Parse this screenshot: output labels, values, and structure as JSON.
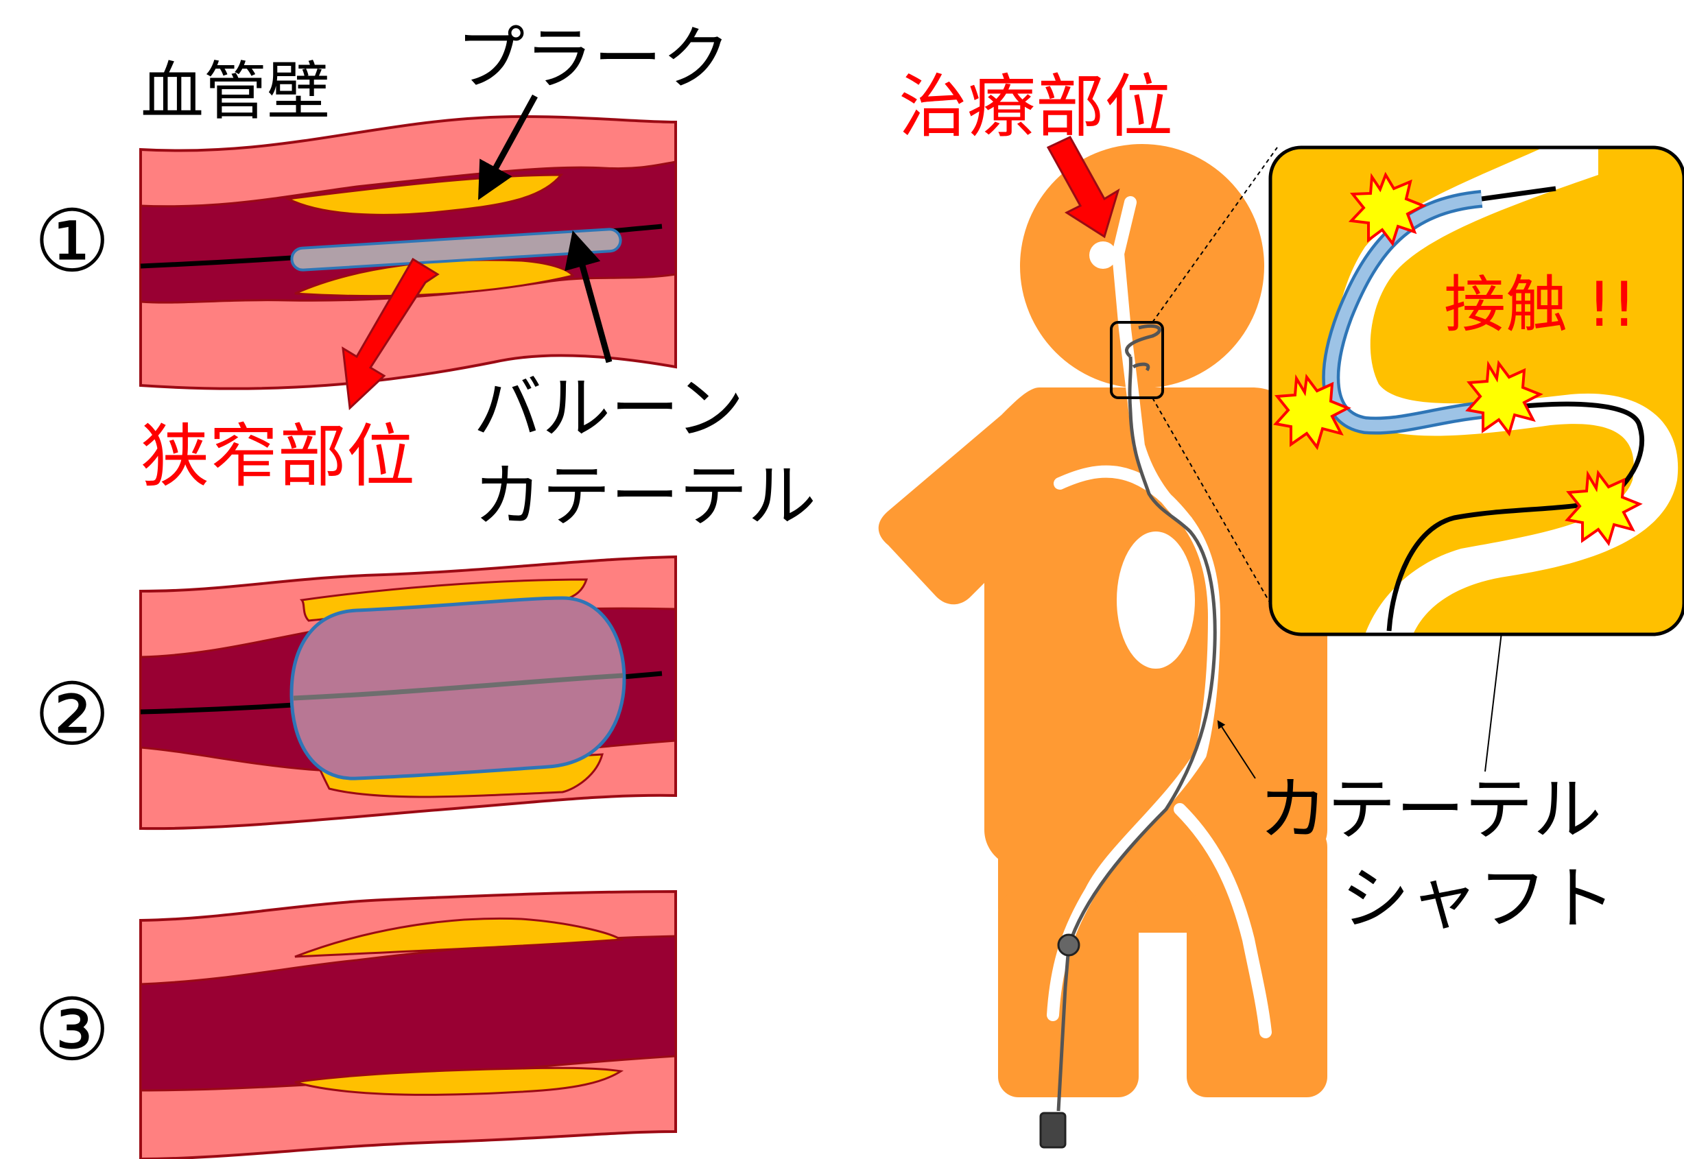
{
  "panels": {
    "step_markers": [
      "①",
      "②",
      "③"
    ],
    "labels": {
      "vessel_wall": "血管壁",
      "plaque": "プラーク",
      "stenosis_site": "狭窄部位",
      "balloon_catheter_line1": "バルーン",
      "balloon_catheter_line2": "カテーテル"
    }
  },
  "body_figure": {
    "labels": {
      "treatment_site": "治療部位",
      "contact": "接触 !!",
      "catheter_shaft_line1": "カテーテル",
      "catheter_shaft_line2": "シャフト"
    }
  },
  "colors": {
    "vessel_wall": "#ff8080",
    "vessel_outline": "#9b0a14",
    "blood": "#990033",
    "plaque": "#ffc000",
    "balloon": "#b87794",
    "balloon_outline": "#2e75b6",
    "body": "#ff9a33",
    "inset_bg": "#ffc000",
    "red_label": "#ff0000",
    "burst_fill": "#ffff00"
  }
}
